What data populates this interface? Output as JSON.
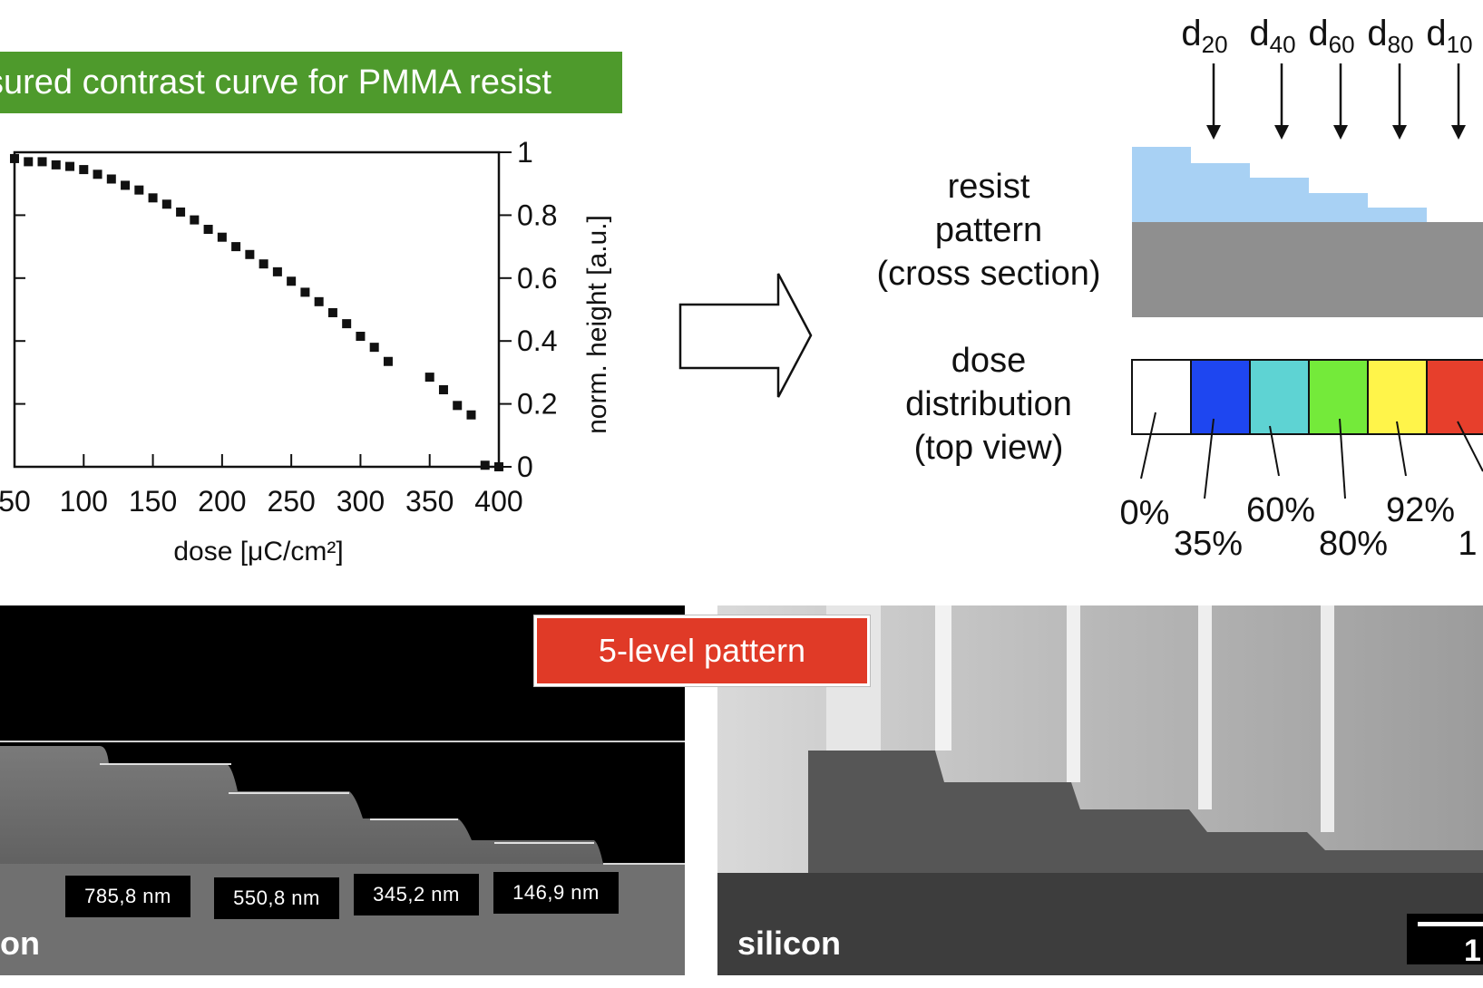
{
  "banner": {
    "title": "sured contrast curve for PMMA resist",
    "bg": "#4e9a2c"
  },
  "chart_data": {
    "type": "scatter",
    "xlabel": "dose [μC/cm²]",
    "ylabel": "norm. height [a.u.]",
    "xlim": [
      50,
      400
    ],
    "ylim": [
      0,
      1
    ],
    "x_ticks": [
      "50",
      "100",
      "150",
      "200",
      "250",
      "300",
      "350",
      "400"
    ],
    "y_ticks": [
      "0",
      "0.2",
      "0.4",
      "0.6",
      "0.8",
      "1"
    ],
    "grid": false,
    "series": [
      {
        "x": [
          50,
          60,
          70,
          80,
          90,
          100,
          110,
          120,
          130,
          140,
          150,
          160,
          170,
          180,
          190,
          200,
          210,
          220,
          230,
          240,
          250,
          260,
          270,
          280,
          290,
          300,
          310,
          320,
          350,
          360,
          370,
          380,
          390,
          400
        ],
        "y": [
          0.98,
          0.97,
          0.97,
          0.96,
          0.955,
          0.945,
          0.93,
          0.915,
          0.895,
          0.88,
          0.855,
          0.835,
          0.81,
          0.785,
          0.755,
          0.73,
          0.7,
          0.675,
          0.645,
          0.62,
          0.59,
          0.555,
          0.525,
          0.49,
          0.455,
          0.415,
          0.38,
          0.335,
          0.285,
          0.245,
          0.195,
          0.165,
          0.005,
          0.0
        ]
      }
    ]
  },
  "labels": {
    "resist": [
      "resist",
      "pattern",
      "(cross section)"
    ],
    "dose": [
      "dose",
      "distribution",
      "(top view)"
    ]
  },
  "dose_markers": [
    "d20",
    "d40",
    "d60",
    "d80",
    "d10"
  ],
  "dose_percents": [
    "0%",
    "35%",
    "60%",
    "80%",
    "92%",
    "1"
  ],
  "dose_colors": [
    "#ffffff",
    "#1e46f0",
    "#5ed3d3",
    "#74ea3a",
    "#fff44a",
    "#e73f2c"
  ],
  "resist_colors": {
    "resist": "#a8d1f4",
    "substrate": "#8f8f8f"
  },
  "badge": {
    "text": "5-level pattern",
    "color": "#e03a27"
  },
  "measurements": [
    "785,8 nm",
    "550,8 nm",
    "345,2 nm",
    "146,9 nm"
  ],
  "sem_left_label": "on",
  "sem_right_label": "silicon",
  "scale_label": "1"
}
